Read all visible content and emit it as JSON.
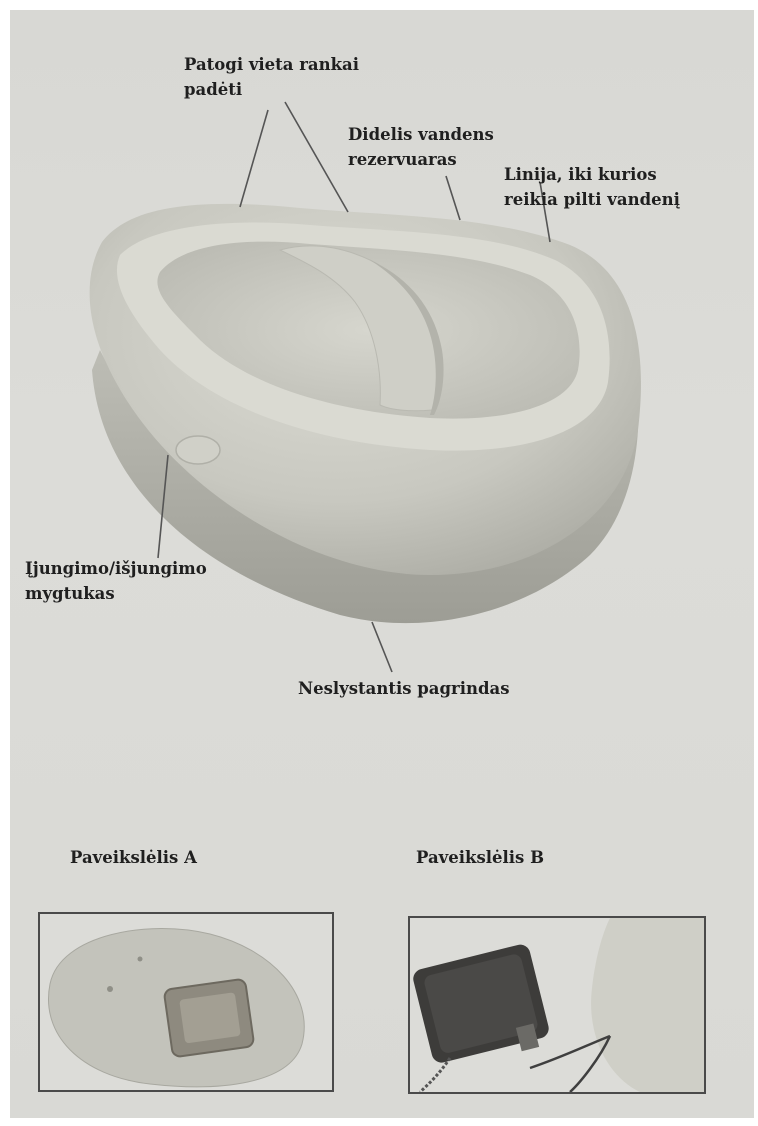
{
  "callouts": {
    "hand_rest": "Patogi vieta rankai\npadėti",
    "reservoir": "Didelis vandens\nrezervuaras",
    "fill_line": "Linija, iki kurios\nreikia pilti vandenį",
    "power_button": "Įjungimo/išjungimo\nmygtukas",
    "base": "Neslystantis pagrindas"
  },
  "figures": {
    "a_caption": "Paveikslėlis A",
    "b_caption": "Paveikslėlis B"
  },
  "colors": {
    "background": "#d9d9d5",
    "text": "#1f1f1f",
    "device_body": "#c7c7bf",
    "leader_line": "#555555"
  }
}
